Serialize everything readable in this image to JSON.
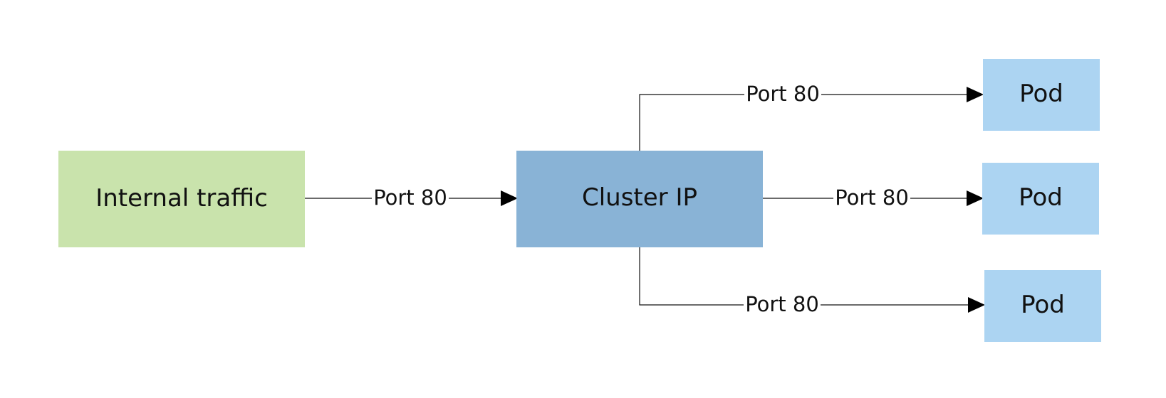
{
  "nodes": {
    "internal_traffic": {
      "label": "Internal traffic",
      "color": "#c9e3ac"
    },
    "cluster_ip": {
      "label": "Cluster IP",
      "color": "#89b3d6"
    },
    "pod_top": {
      "label": "Pod",
      "color": "#acd4f2"
    },
    "pod_middle": {
      "label": "Pod",
      "color": "#acd4f2"
    },
    "pod_bottom": {
      "label": "Pod",
      "color": "#acd4f2"
    }
  },
  "edges": {
    "traffic_to_cluster": {
      "label": "Port 80"
    },
    "cluster_to_pod_top": {
      "label": "Port 80"
    },
    "cluster_to_pod_middle": {
      "label": "Port 80"
    },
    "cluster_to_pod_bottom": {
      "label": "Port 80"
    }
  },
  "colors": {
    "line": "#111111",
    "arrow": "#000000",
    "background": "#ffffff"
  }
}
